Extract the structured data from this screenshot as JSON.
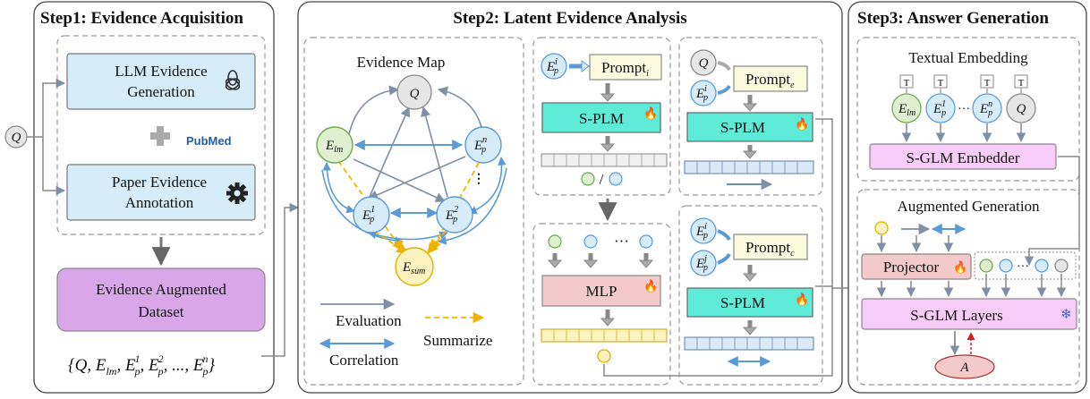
{
  "steps": {
    "step1": "Step1: Evidence Acquisition",
    "step2": "Step2: Latent Evidence Analysis",
    "step3": "Step3: Answer Generation"
  },
  "step1": {
    "llm_line1": "LLM Evidence",
    "llm_line2": "Generation",
    "paper_line1": "Paper Evidence",
    "paper_line2": "Annotation",
    "pubmed": "PubMed",
    "dataset_line1": "Evidence Augmented",
    "dataset_line2": "Dataset",
    "input_q": "Q",
    "set_open": "{Q, E",
    "set_lm": "lm",
    "set_mid": ", E",
    "set_sup1": "1",
    "set_sup2": "2",
    "set_supn": "n",
    "set_p": "p",
    "set_dots": ", ..., E",
    "set_close": "}"
  },
  "step2": {
    "map_title": "Evidence Map",
    "q": "Q",
    "elm_E": "E",
    "elm_sub": "lm",
    "ep_E": "E",
    "ep_sub": "p",
    "sup_1": "1",
    "sup_2": "2",
    "sup_n": "n",
    "sup_i": "i",
    "sup_j": "j",
    "esum_E": "E",
    "esum_sub": "sum",
    "legend_eval": "Evaluation",
    "legend_corr": "Correlation",
    "legend_sum": "Summarize",
    "prompt_word": "Prompt",
    "prompt_i_sub": "i",
    "prompt_e_sub": "e",
    "prompt_c_sub": "c",
    "splm": "S-PLM",
    "slash": "/",
    "mlp": "MLP",
    "dots": "···"
  },
  "step3": {
    "textual_title": "Textual Embedding",
    "t_token": "T",
    "embedder": "S-GLM Embedder",
    "aug_title": "Augmented Generation",
    "projector": "Projector",
    "layers": "S-GLM Layers",
    "answer": "A",
    "dots": "···"
  },
  "colors": {
    "step1_box_fill": "#d6ecf8",
    "dataset_fill": "#d9a6ea",
    "splm_fill": "#5eecd9",
    "prompt_fill": "#fdfbdf",
    "mlp_fill": "#f4c9c9",
    "sglm_fill": "#f8ccf8",
    "answer_fill": "#f4c9c9",
    "node_blue": "#d6ecf8",
    "node_green": "#dff0d0",
    "node_gray": "#e6e6e6",
    "node_yellow": "#fdf3c0",
    "arrow_gray": "#7f8fa6",
    "corr_blue": "#5a9bd5",
    "sum_orange": "#f0b400",
    "flame": "#e03a1e",
    "snowflake": "#2e6bd8"
  }
}
